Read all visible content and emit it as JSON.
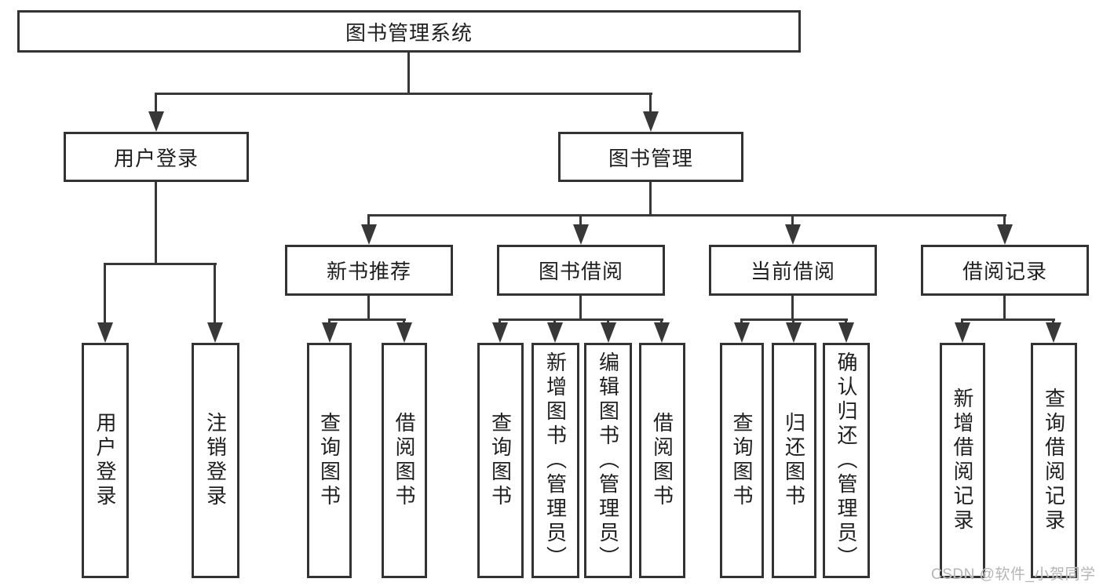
{
  "diagram_title": "图书管理系统",
  "nodes": {
    "root": {
      "label": "图书管理系统"
    },
    "user_login": {
      "label": "用户登录"
    },
    "book_mgmt": {
      "label": "图书管理"
    },
    "new_book_rec": {
      "label": "新书推荐"
    },
    "book_borrow": {
      "label": "图书借阅"
    },
    "current_borrow": {
      "label": "当前借阅"
    },
    "borrow_records": {
      "label": "借阅记录"
    },
    "leaf_user_login": {
      "label": "用户登录"
    },
    "leaf_logout": {
      "label": "注销登录"
    },
    "leaf_nbr_query": {
      "label": "查询图书"
    },
    "leaf_nbr_borrow": {
      "label": "借阅图书"
    },
    "leaf_bb_query": {
      "label": "查询图书"
    },
    "leaf_bb_add": {
      "label": "新增图书（管理员）"
    },
    "leaf_bb_edit": {
      "label": "编辑图书（管理员）"
    },
    "leaf_bb_borrow": {
      "label": "借阅图书"
    },
    "leaf_cb_query": {
      "label": "查询图书"
    },
    "leaf_cb_return": {
      "label": "归还图书"
    },
    "leaf_cb_confirm": {
      "label": "确认归还（管理员）"
    },
    "leaf_br_add": {
      "label": "新增借阅记录"
    },
    "leaf_br_query": {
      "label": "查询借阅记录"
    }
  },
  "watermark": {
    "text": "CSDN @软件_小贺同学"
  },
  "colors": {
    "line": "#383838",
    "box_border": "#333333",
    "text": "#1f1f1f",
    "background": "#ffffff",
    "watermark": "#b5b5b5"
  }
}
